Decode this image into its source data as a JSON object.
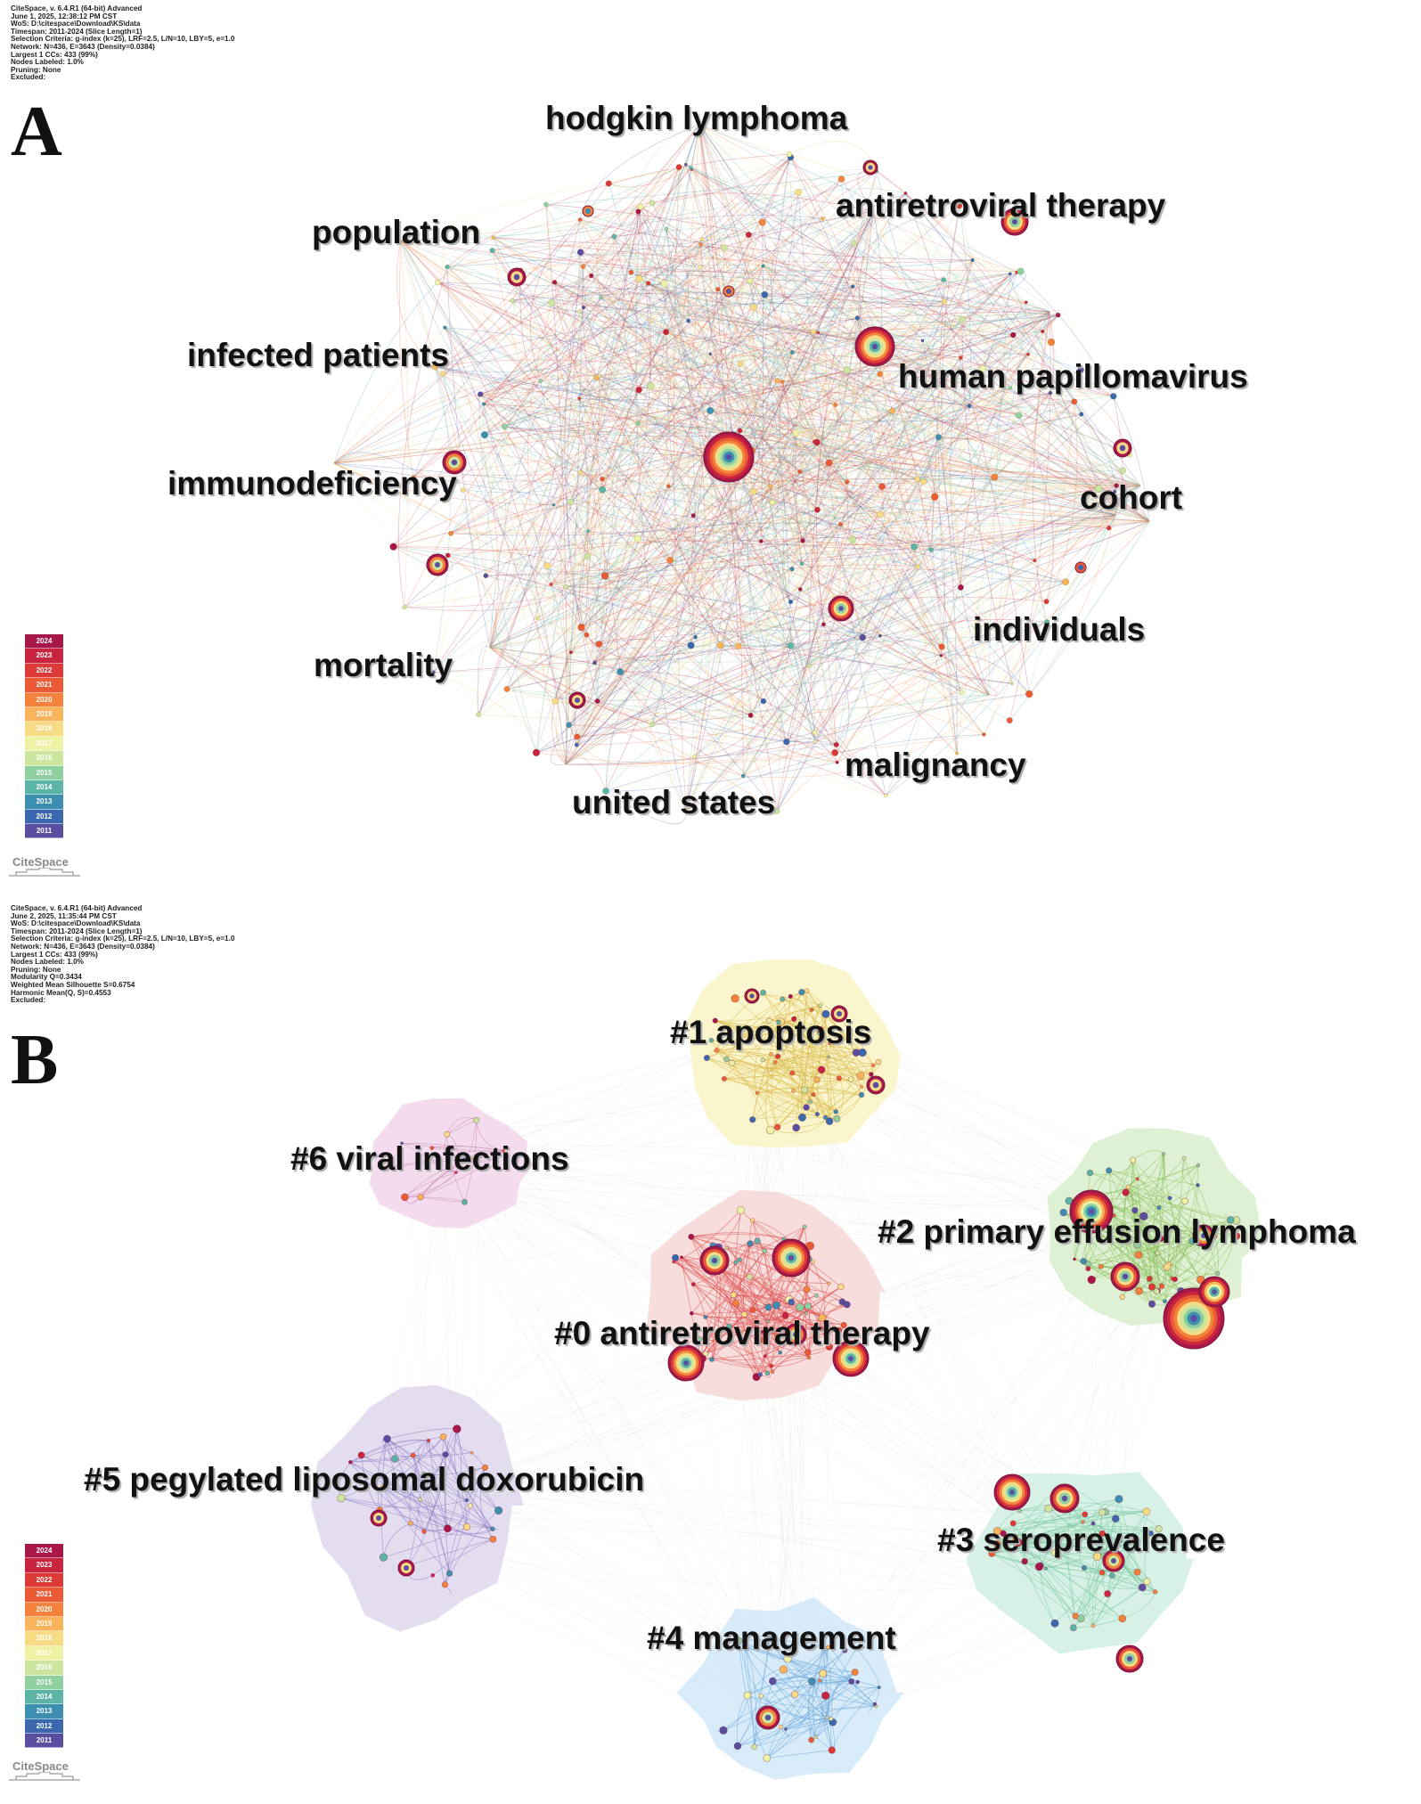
{
  "panels": [
    {
      "letter": "A",
      "meta": [
        "CiteSpace, v. 6.4.R1 (64-bit) Advanced",
        "June 1, 2025, 12:38:12 PM CST",
        "WoS: D:\\citespace\\Download\\KS\\data",
        "Timespan: 2011-2024 (Slice Length=1)",
        "Selection Criteria: g-index (k=25), LRF=2.5, L/N=10, LBY=5, e=1.0",
        "Network: N=436, E=3643 (Density=0.0384)",
        "Largest 1 CCs: 433 (99%)",
        "Nodes Labeled: 1.0%",
        "Pruning: None",
        "Excluded:"
      ],
      "labels": [
        "hodgkin lymphoma",
        "antiretroviral therapy",
        "population",
        "infected patients",
        "human papillomavirus",
        "immunodeficiency",
        "cohort",
        "individuals",
        "mortality",
        "malignancy",
        "united states"
      ],
      "brand": "CiteSpace"
    },
    {
      "letter": "B",
      "meta": [
        "CiteSpace, v. 6.4.R1 (64-bit) Advanced",
        "June 2, 2025, 11:35:44 PM CST",
        "WoS: D:\\citespace\\Download\\KS\\data",
        "Timespan: 2011-2024 (Slice Length=1)",
        "Selection Criteria: g-index (k=25), LRF=2.5, L/N=10, LBY=5, e=1.0",
        "Network: N=436, E=3643 (Density=0.0384)",
        "Largest 1 CCs: 433 (99%)",
        "Nodes Labeled: 1.0%",
        "Pruning: None",
        "Modularity Q=0.3434",
        "Weighted Mean Silhouette S=0.6754",
        "Harmonic Mean(Q, S)=0.4553",
        "Excluded:"
      ],
      "clusters": [
        "#1 apoptosis",
        "#6 viral infections",
        "#2 primary effusion lymphoma",
        "#0 antiretroviral therapy",
        "#5 pegylated liposomal doxorubicin",
        "#3 seroprevalence",
        "#4 management"
      ],
      "brand": "CiteSpace"
    }
  ],
  "legend_years": [
    "2024",
    "2023",
    "2022",
    "2021",
    "2020",
    "2019",
    "2018",
    "2017",
    "2016",
    "2015",
    "2014",
    "2013",
    "2012",
    "2011"
  ],
  "legend_colors": [
    "#a8174a",
    "#c8243f",
    "#dc3a36",
    "#ea5b35",
    "#f4823d",
    "#f9b35b",
    "#f8dc85",
    "#eef2a4",
    "#cce6a0",
    "#8fcfa0",
    "#5cb4a6",
    "#3d8fb2",
    "#3b68ae",
    "#5a4ea0"
  ],
  "cluster_fills": [
    "#f6d9d7",
    "#faf4c7",
    "#dcefcf",
    "#d3efe3",
    "#d4e9f8",
    "#e1d9ee",
    "#f3d8ec"
  ]
}
